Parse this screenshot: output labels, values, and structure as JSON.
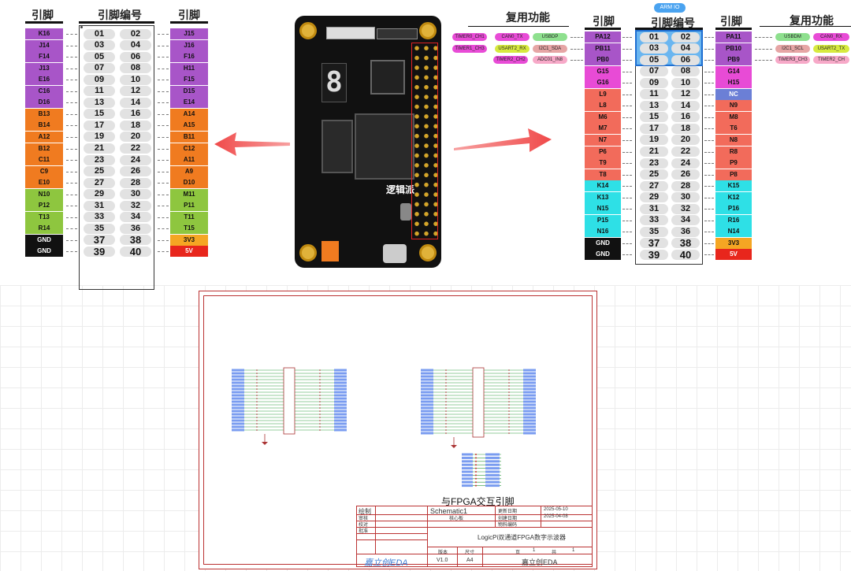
{
  "left": {
    "header_left": "引脚",
    "header_mid": "引脚编号",
    "header_right": "引脚",
    "rows": [
      {
        "l": "K16",
        "a": "01",
        "b": "02",
        "r": "J15",
        "lc": "#a855c8",
        "rc": "#a855c8"
      },
      {
        "l": "J14",
        "a": "03",
        "b": "04",
        "r": "J16",
        "lc": "#a855c8",
        "rc": "#a855c8"
      },
      {
        "l": "F14",
        "a": "05",
        "b": "06",
        "r": "F16",
        "lc": "#a855c8",
        "rc": "#a855c8"
      },
      {
        "l": "J13",
        "a": "07",
        "b": "08",
        "r": "H11",
        "lc": "#a855c8",
        "rc": "#a855c8"
      },
      {
        "l": "E16",
        "a": "09",
        "b": "10",
        "r": "F15",
        "lc": "#a855c8",
        "rc": "#a855c8"
      },
      {
        "l": "C16",
        "a": "11",
        "b": "12",
        "r": "D15",
        "lc": "#a855c8",
        "rc": "#a855c8"
      },
      {
        "l": "D16",
        "a": "13",
        "b": "14",
        "r": "E14",
        "lc": "#a855c8",
        "rc": "#a855c8"
      },
      {
        "l": "B13",
        "a": "15",
        "b": "16",
        "r": "A14",
        "lc": "#f07b20",
        "rc": "#f07b20"
      },
      {
        "l": "B14",
        "a": "17",
        "b": "18",
        "r": "A15",
        "lc": "#f07b20",
        "rc": "#f07b20"
      },
      {
        "l": "A12",
        "a": "19",
        "b": "20",
        "r": "B11",
        "lc": "#f07b20",
        "rc": "#f07b20"
      },
      {
        "l": "B12",
        "a": "21",
        "b": "22",
        "r": "C12",
        "lc": "#f07b20",
        "rc": "#f07b20"
      },
      {
        "l": "C11",
        "a": "23",
        "b": "24",
        "r": "A11",
        "lc": "#f07b20",
        "rc": "#f07b20"
      },
      {
        "l": "C9",
        "a": "25",
        "b": "26",
        "r": "A9",
        "lc": "#f07b20",
        "rc": "#f07b20"
      },
      {
        "l": "E10",
        "a": "27",
        "b": "28",
        "r": "D10",
        "lc": "#f07b20",
        "rc": "#f07b20"
      },
      {
        "l": "N10",
        "a": "29",
        "b": "30",
        "r": "M11",
        "lc": "#8ec63f",
        "rc": "#8ec63f"
      },
      {
        "l": "P12",
        "a": "31",
        "b": "32",
        "r": "P11",
        "lc": "#8ec63f",
        "rc": "#8ec63f"
      },
      {
        "l": "T13",
        "a": "33",
        "b": "34",
        "r": "T11",
        "lc": "#8ec63f",
        "rc": "#8ec63f"
      },
      {
        "l": "R14",
        "a": "35",
        "b": "36",
        "r": "T15",
        "lc": "#8ec63f",
        "rc": "#8ec63f"
      },
      {
        "l": "GND",
        "a": "37",
        "b": "38",
        "r": "3V3",
        "lc": "#111111",
        "rc": "#f5a623"
      },
      {
        "l": "GND",
        "a": "39",
        "b": "40",
        "r": "5V",
        "lc": "#111111",
        "rc": "#e8261c"
      }
    ]
  },
  "right": {
    "header_left": "引脚",
    "header_mid": "引脚编号",
    "header_right": "引脚",
    "func_header_left": "复用功能",
    "func_header_right": "复用功能",
    "arm_badge": "ARM IO",
    "rows": [
      {
        "l": "PA12",
        "a": "01",
        "b": "02",
        "r": "PA11",
        "lc": "#a855c8",
        "rc": "#a855c8"
      },
      {
        "l": "PB11",
        "a": "03",
        "b": "04",
        "r": "PB10",
        "lc": "#a855c8",
        "rc": "#a855c8"
      },
      {
        "l": "PB0",
        "a": "05",
        "b": "06",
        "r": "PB9",
        "lc": "#a855c8",
        "rc": "#a855c8"
      },
      {
        "l": "G15",
        "a": "07",
        "b": "08",
        "r": "G14",
        "lc": "#e84bd6",
        "rc": "#e84bd6"
      },
      {
        "l": "G16",
        "a": "09",
        "b": "10",
        "r": "H15",
        "lc": "#e84bd6",
        "rc": "#e84bd6"
      },
      {
        "l": "L9",
        "a": "11",
        "b": "12",
        "r": "NC",
        "lc": "#f26b5b",
        "rc": "#6b7fd6"
      },
      {
        "l": "L8",
        "a": "13",
        "b": "14",
        "r": "N9",
        "lc": "#f26b5b",
        "rc": "#f26b5b"
      },
      {
        "l": "M6",
        "a": "15",
        "b": "16",
        "r": "M8",
        "lc": "#f26b5b",
        "rc": "#f26b5b"
      },
      {
        "l": "M7",
        "a": "17",
        "b": "18",
        "r": "T6",
        "lc": "#f26b5b",
        "rc": "#f26b5b"
      },
      {
        "l": "N7",
        "a": "19",
        "b": "20",
        "r": "N8",
        "lc": "#f26b5b",
        "rc": "#f26b5b"
      },
      {
        "l": "P6",
        "a": "21",
        "b": "22",
        "r": "R8",
        "lc": "#f26b5b",
        "rc": "#f26b5b"
      },
      {
        "l": "T9",
        "a": "23",
        "b": "24",
        "r": "P9",
        "lc": "#f26b5b",
        "rc": "#f26b5b"
      },
      {
        "l": "T8",
        "a": "25",
        "b": "26",
        "r": "P8",
        "lc": "#f26b5b",
        "rc": "#f26b5b"
      },
      {
        "l": "K14",
        "a": "27",
        "b": "28",
        "r": "K15",
        "lc": "#2ee0e6",
        "rc": "#2ee0e6"
      },
      {
        "l": "K13",
        "a": "29",
        "b": "30",
        "r": "K12",
        "lc": "#2ee0e6",
        "rc": "#2ee0e6"
      },
      {
        "l": "N15",
        "a": "31",
        "b": "32",
        "r": "P16",
        "lc": "#2ee0e6",
        "rc": "#2ee0e6"
      },
      {
        "l": "P15",
        "a": "33",
        "b": "34",
        "r": "R16",
        "lc": "#2ee0e6",
        "rc": "#2ee0e6"
      },
      {
        "l": "N16",
        "a": "35",
        "b": "36",
        "r": "N14",
        "lc": "#2ee0e6",
        "rc": "#2ee0e6"
      },
      {
        "l": "GND",
        "a": "37",
        "b": "38",
        "r": "3V3",
        "lc": "#111111",
        "rc": "#f5a623"
      },
      {
        "l": "GND",
        "a": "39",
        "b": "40",
        "r": "5V",
        "lc": "#111111",
        "rc": "#e8261c"
      }
    ],
    "funcs_left": [
      {
        "c": [
          "TIMER0_CH1",
          "CAN0_TX",
          "USBDP"
        ],
        "colors": [
          "#e84bd6",
          "#e84bd6",
          "#8ee08e"
        ]
      },
      {
        "c": [
          "TIMER1_CH3",
          "USART2_RX",
          "I2C1_SDA"
        ],
        "colors": [
          "#e84bd6",
          "#d7ea3f",
          "#e6a5a5"
        ]
      },
      {
        "c": [
          "TIMER2_CH2",
          "ADC01_IN8"
        ],
        "colors": [
          "#e84bd6",
          "#f7a9c8"
        ]
      }
    ],
    "funcs_right": [
      {
        "c": [
          "USBDM",
          "CAN0_RX"
        ],
        "colors": [
          "#8ee08e",
          "#e84bd6"
        ]
      },
      {
        "c": [
          "I2C1_SCL",
          "USART2_TX"
        ],
        "colors": [
          "#e6a5a5",
          "#d7ea3f"
        ]
      },
      {
        "c": [
          "TIMER3_CH3",
          "TIMER2_CH"
        ],
        "colors": [
          "#f7a9c8",
          "#f7a9c8"
        ]
      }
    ]
  },
  "board": {
    "logo_text": "逻辑派",
    "seg_digit": "8"
  },
  "schematic": {
    "caption": "与FPGA交互引脚",
    "tb": {
      "drawn_label": "绘制",
      "sheet": "Schematic1",
      "update_label": "更新日期",
      "update_date": "2025-05-10",
      "review_label": "审核",
      "core_board": "核心板",
      "create_label": "创建日期",
      "create_date": "2025-04-08",
      "proofread_label": "校对",
      "material_label": "物料编码",
      "approve_label": "批准",
      "title": "LogicPi双通道FPGA数字示波器",
      "version_label": "版本",
      "size_label": "尺寸",
      "page_label": "页",
      "page_num": "1",
      "total_label": "共",
      "total_num": "1",
      "version": "V1.0",
      "size": "A4",
      "company": "嘉立创EDA",
      "brand": "嘉立创EDA"
    }
  }
}
